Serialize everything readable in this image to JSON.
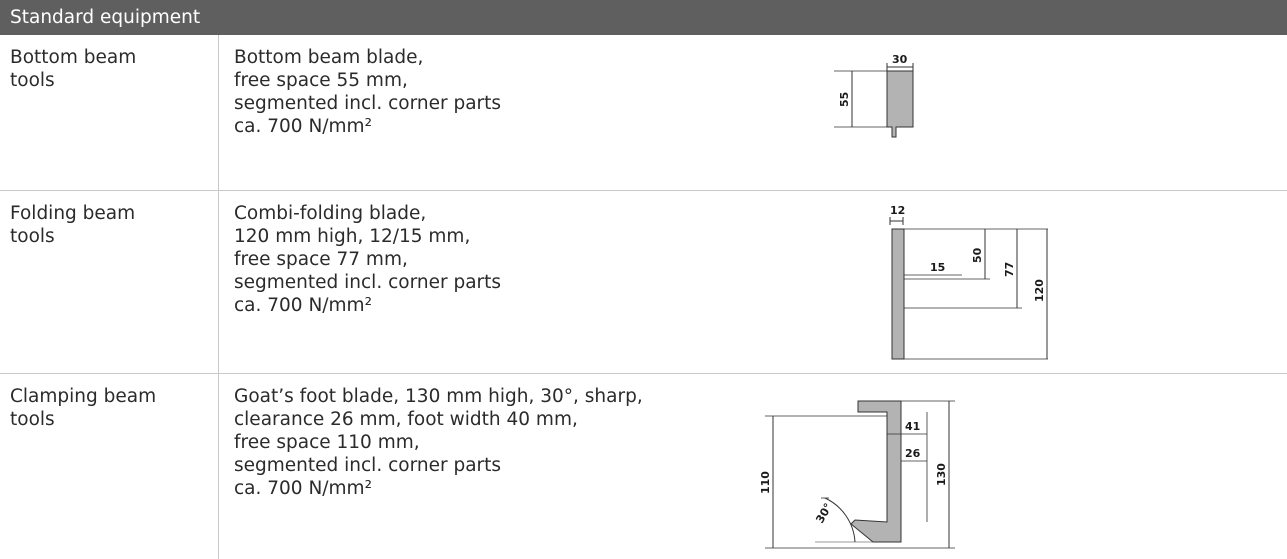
{
  "header": {
    "title": "Standard equipment"
  },
  "rows": [
    {
      "label": "Bottom beam\ntools",
      "lines": [
        "Bottom beam blade,",
        "free space 55 mm,",
        "segmented incl. corner parts",
        "ca. 700 N/mm²"
      ],
      "dims": {
        "width": "30",
        "height": "55"
      }
    },
    {
      "label": "Folding beam\ntools",
      "lines": [
        "Combi-folding blade,",
        "120 mm high, 12/15 mm,",
        "free space 77 mm,",
        "segmented incl. corner parts",
        "ca. 700 N/mm²"
      ],
      "dims": {
        "top": "12",
        "inner": "15",
        "d50": "50",
        "d77": "77",
        "d120": "120"
      }
    },
    {
      "label": "Clamping beam\ntools",
      "lines": [
        "Goat’s foot blade, 130 mm high, 30°, sharp,",
        "clearance 26 mm, foot width 40 mm,",
        "free space 110 mm,",
        "segmented incl. corner parts",
        "ca. 700 N/mm²"
      ],
      "dims": {
        "d41": "41",
        "d26": "26",
        "d110": "110",
        "d130": "130",
        "angle": "30°"
      }
    }
  ],
  "colors": {
    "header_bg": "#5f5f5f",
    "blade_fill": "#b3b3b3",
    "divider": "#c9c9c9"
  }
}
